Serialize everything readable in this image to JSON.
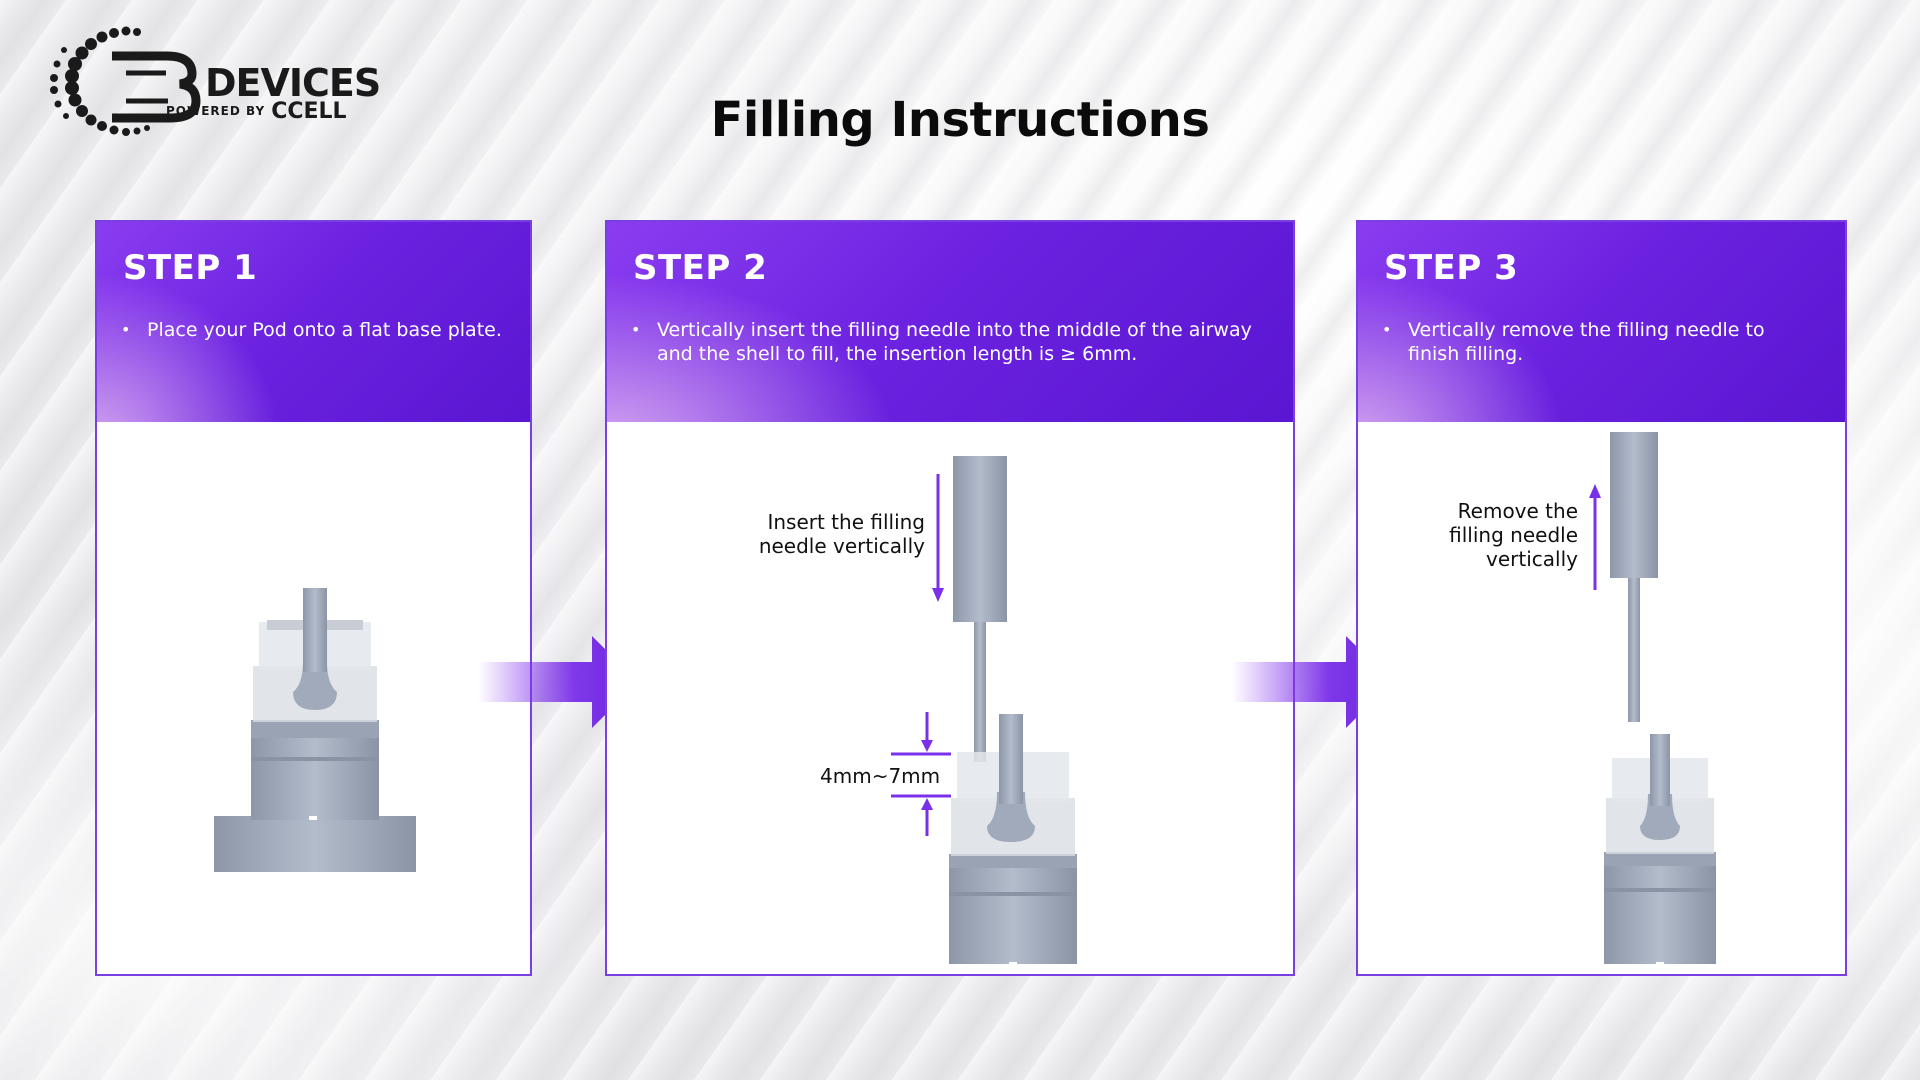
{
  "logo": {
    "brand": "DEVICES",
    "powered": "POWERED BY",
    "ccell": "CCELL"
  },
  "page_title": "Filling Instructions",
  "steps": [
    {
      "title": "STEP 1",
      "text": "Place your Pod onto a flat base plate."
    },
    {
      "title": "STEP 2",
      "text": "Vertically insert the filling needle into the middle of the airway and the shell to fill, the insertion length is ≥ 6mm.",
      "annot_insert": "Insert the filling needle vertically",
      "annot_range": "4mm~7mm"
    },
    {
      "title": "STEP 3",
      "text": "Vertically remove the filling needle to finish filling.",
      "annot_remove": "Remove the filling needle vertically"
    }
  ],
  "colors": {
    "accent": "#6c22e0",
    "border": "#7a3fe0",
    "part": "#a7b0bf"
  },
  "icons": {
    "next_arrow": "arrow-right-icon"
  }
}
